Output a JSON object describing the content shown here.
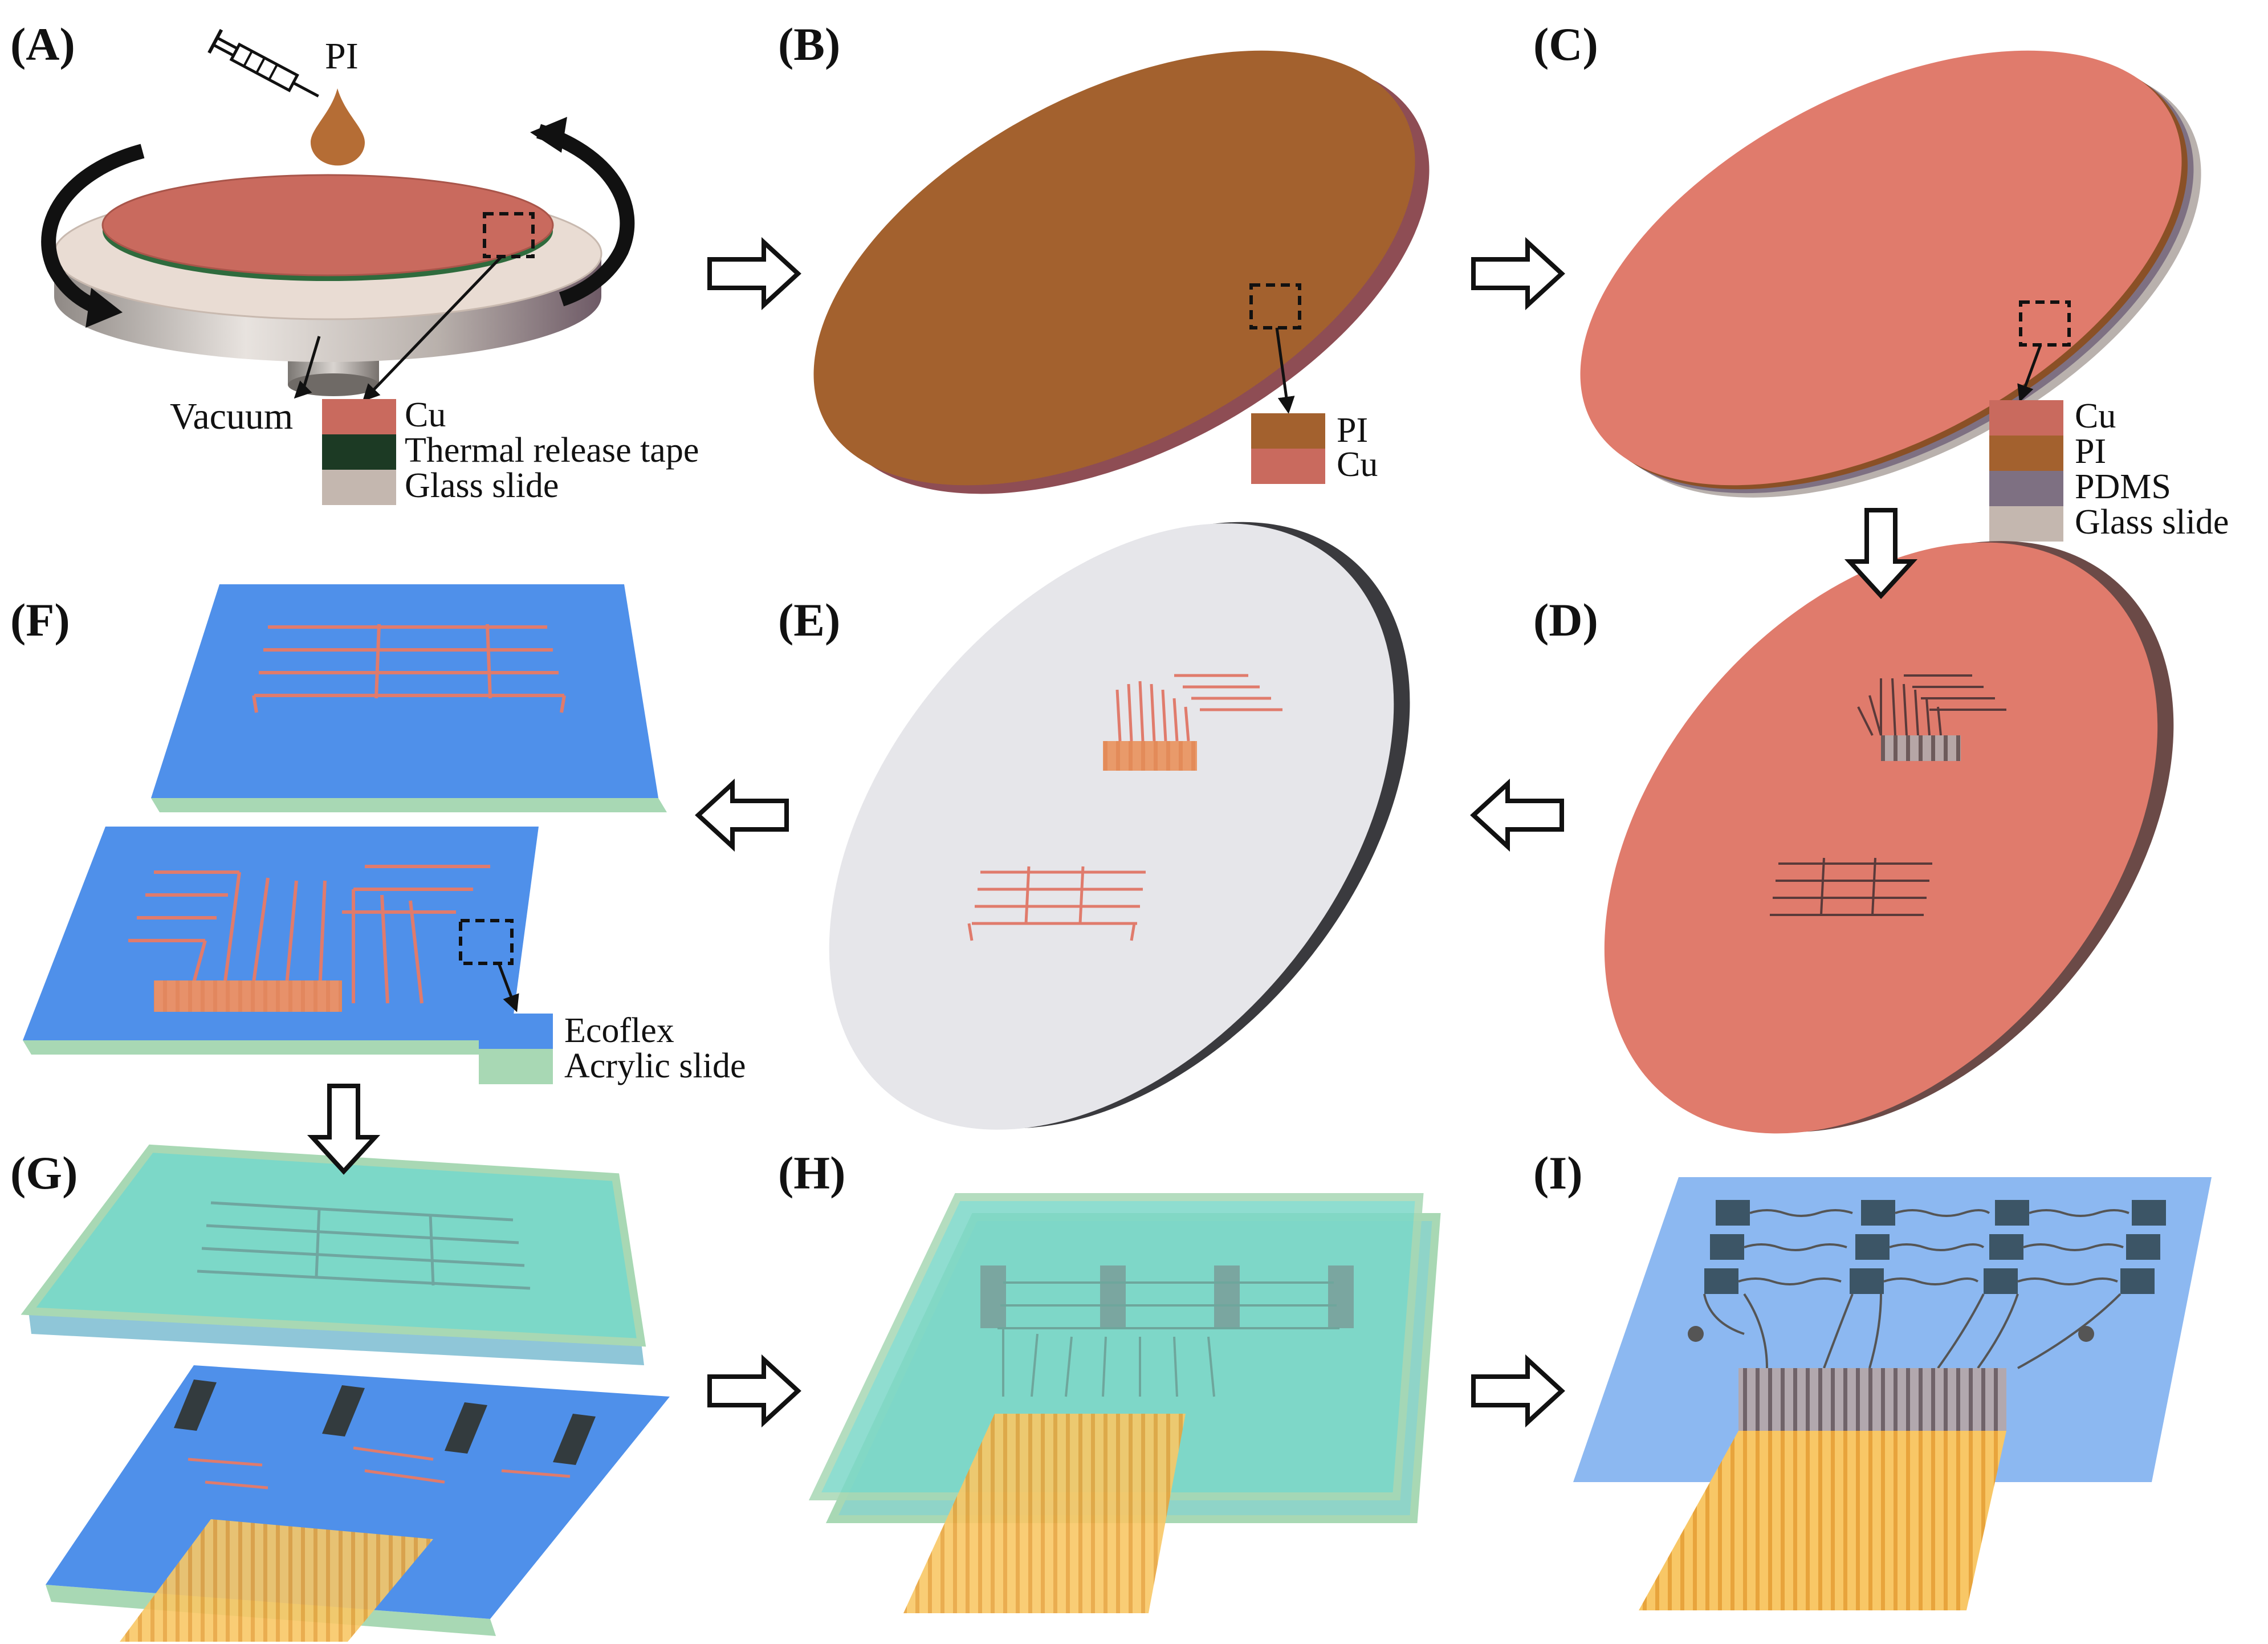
{
  "colors": {
    "cu": "#e07b6c",
    "cu_dark": "#c96a5e",
    "pi": "#a3612e",
    "pi_dark": "#8a5026",
    "glass": "#c4b7af",
    "pdms": "#7e7082",
    "thermal_tape": "#1c3a24",
    "ecoflex": "#4f90ea",
    "ecoflex_light": "#7fb0f0",
    "acrylic": "#a8d8b4",
    "teal_encaps": "#7cd8c8",
    "white_disk": "#e6e6ea",
    "flex_cable": "#f5c04a",
    "chip": "#3c5566",
    "arrow": "#111111"
  },
  "panels": {
    "A": {
      "label": "(A)",
      "syringe_text": "PI",
      "vacuum_text": "Vacuum",
      "legend": [
        {
          "text": "Cu",
          "color": "#c96a5e"
        },
        {
          "text": "Thermal release tape",
          "color": "#1c3a24"
        },
        {
          "text": "Glass slide",
          "color": "#c4b7af"
        }
      ]
    },
    "B": {
      "label": "(B)",
      "legend": [
        {
          "text": "PI",
          "color": "#a3612e"
        },
        {
          "text": "Cu",
          "color": "#c96a5e"
        }
      ]
    },
    "C": {
      "label": "(C)",
      "legend": [
        {
          "text": "Cu",
          "color": "#c96a5e"
        },
        {
          "text": "PI",
          "color": "#a3612e"
        },
        {
          "text": "PDMS",
          "color": "#7e7082"
        },
        {
          "text": "Glass slide",
          "color": "#c4b7af"
        }
      ]
    },
    "D": {
      "label": "(D)"
    },
    "E": {
      "label": "(E)"
    },
    "F": {
      "label": "(F)",
      "legend": [
        {
          "text": "Ecoflex",
          "color": "#4f90ea"
        },
        {
          "text": "Acrylic slide",
          "color": "#a8d8b4"
        }
      ]
    },
    "G": {
      "label": "(G)"
    },
    "H": {
      "label": "(H)"
    },
    "I": {
      "label": "(I)"
    }
  },
  "icons": {
    "syringe": "syringe-icon",
    "droplet": "droplet-icon",
    "rotation": "rotation-arrow-icon",
    "step_arrow": "hollow-arrow-icon"
  }
}
